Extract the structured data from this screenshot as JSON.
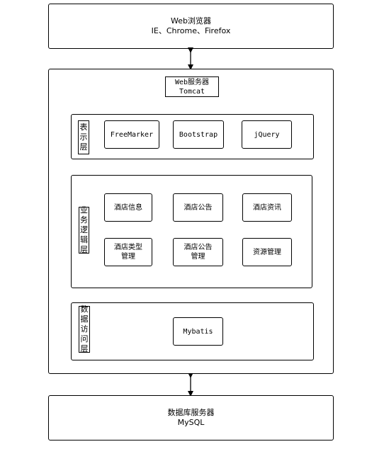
{
  "browser": {
    "line1": "Web浏览器",
    "line2": "IE、Chrome、Firefox"
  },
  "server": {
    "title": "Web服务器",
    "subtitle": "Tomcat"
  },
  "layers": {
    "presentation": {
      "label": "表示层",
      "components": [
        "FreeMarker",
        "Bootstrap",
        "jQuery"
      ]
    },
    "business": {
      "label": "业务逻辑层",
      "components": [
        "酒店信息",
        "酒店公告",
        "酒店资讯",
        "酒店类型管理",
        "酒店公告管理",
        "资源管理"
      ]
    },
    "data_access": {
      "label": "数据访问层",
      "components": [
        "Mybatis"
      ]
    }
  },
  "database": {
    "line1": "数据库服务器",
    "line2": "MySQL"
  }
}
